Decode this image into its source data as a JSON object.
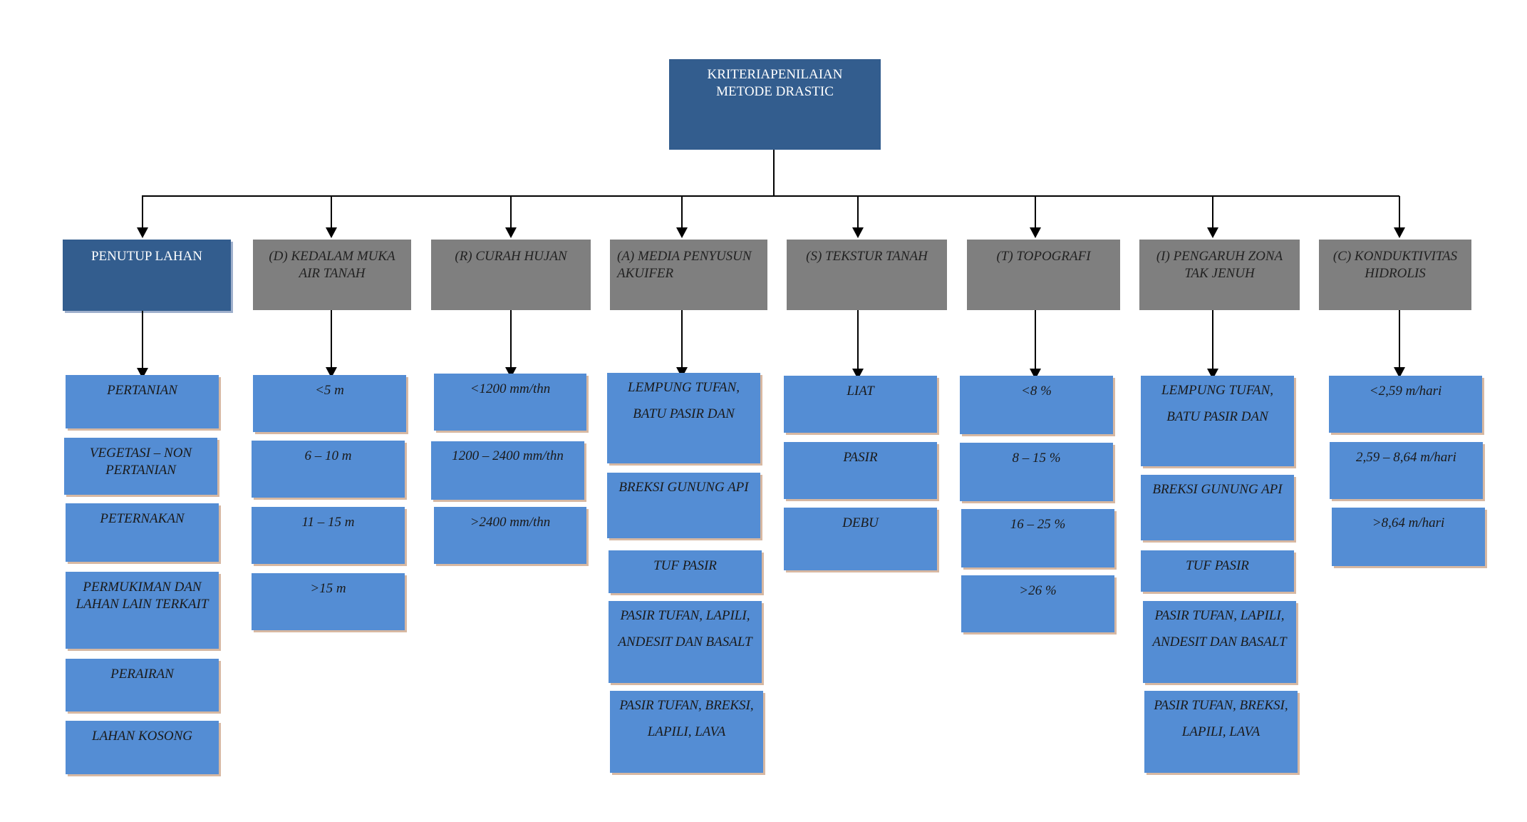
{
  "root": {
    "line1": "KRITERIAPENILAIAN",
    "line2": "METODE DRASTIC"
  },
  "headers": [
    {
      "label": "PENUTUP LAHAN"
    },
    {
      "label": "(D) KEDALAM MUKA AIR TANAH"
    },
    {
      "label": "(R) CURAH HUJAN"
    },
    {
      "label": "(A) MEDIA PENYUSUN AKUIFER"
    },
    {
      "label": "(S) TEKSTUR TANAH"
    },
    {
      "label": "(T) TOPOGRAFI"
    },
    {
      "label": "(I) PENGARUH ZONA TAK JENUH"
    },
    {
      "label": "(C) KONDUKTIVITAS HIDROLIS"
    }
  ],
  "columns": [
    {
      "items": [
        "PERTANIAN",
        "VEGETASI – NON PERTANIAN",
        "PETERNAKAN",
        "PERMUKIMAN DAN LAHAN LAIN TERKAIT",
        "PERAIRAN",
        "LAHAN KOSONG"
      ]
    },
    {
      "items": [
        "<5 m",
        "6 – 10 m",
        "11 – 15 m",
        ">15 m"
      ]
    },
    {
      "items": [
        "<1200 mm/thn",
        "1200 – 2400 mm/thn",
        ">2400 mm/thn"
      ]
    },
    {
      "items": [
        "LEMPUNG TUFAN, BATU PASIR DAN",
        "BREKSI GUNUNG API",
        "TUF PASIR",
        "PASIR TUFAN, LAPILI, ANDESIT DAN BASALT",
        "PASIR TUFAN, BREKSI, LAPILI, LAVA"
      ]
    },
    {
      "items": [
        "LIAT",
        "PASIR",
        "DEBU"
      ]
    },
    {
      "items": [
        "<8 %",
        "8 – 15 %",
        "16 – 25 %",
        ">26 %"
      ]
    },
    {
      "items": [
        "LEMPUNG TUFAN, BATU PASIR DAN",
        "BREKSI GUNUNG API",
        "TUF PASIR",
        "PASIR TUFAN, LAPILI, ANDESIT DAN BASALT",
        "PASIR TUFAN, BREKSI, LAPILI, LAVA"
      ]
    },
    {
      "items": [
        "<2,59 m/hari",
        "2,59 – 8,64 m/hari",
        ">8,64 m/hari"
      ]
    }
  ],
  "colors": {
    "root": "#335d8e",
    "header_gray": "#7f7f7f",
    "leaf": "#548dd4"
  }
}
